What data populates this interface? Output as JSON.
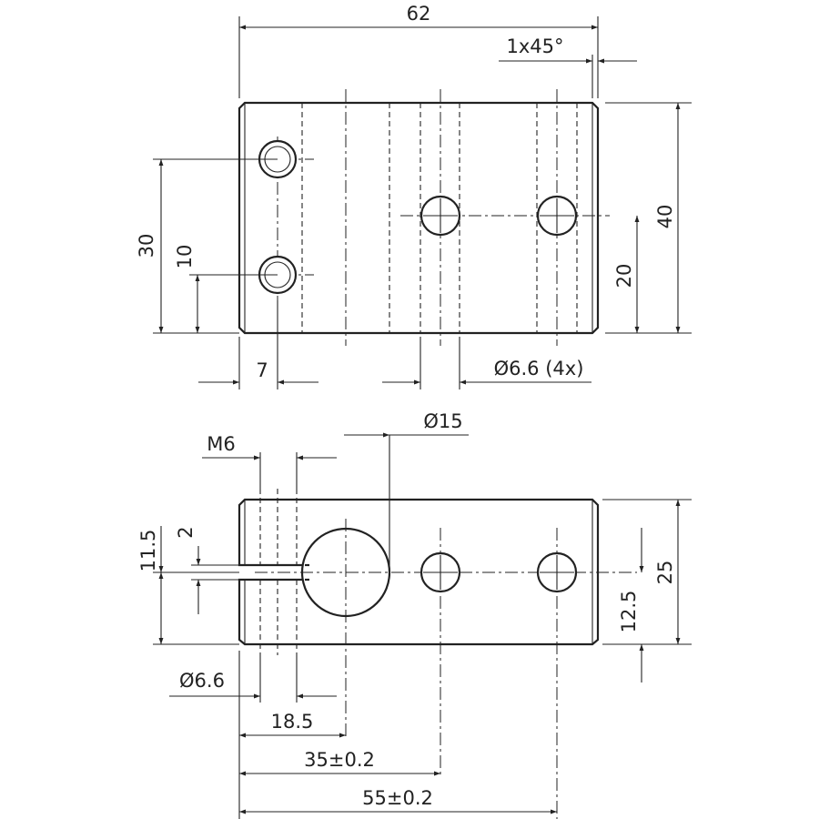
{
  "drawing": {
    "top_view": {
      "dim_width": "62",
      "dim_chamfer": "1x45°",
      "dim_height": "40",
      "dim_hole_spacing": "30",
      "dim_hole_offset": "10",
      "dim_edge": "7",
      "dim_center_height": "20",
      "dim_hole_dia": "Ø6.6 (4x)"
    },
    "front_view": {
      "dim_thread": "M6",
      "dim_bore": "Ø15",
      "dim_slot": "2",
      "dim_slot_height": "11.5",
      "dim_height": "25",
      "dim_center_height": "12.5",
      "dim_hole_dia": "Ø6.6",
      "dim_bore_pos": "18.5",
      "dim_hole1_pos": "35±0.2",
      "dim_hole2_pos": "55±0.2"
    }
  }
}
